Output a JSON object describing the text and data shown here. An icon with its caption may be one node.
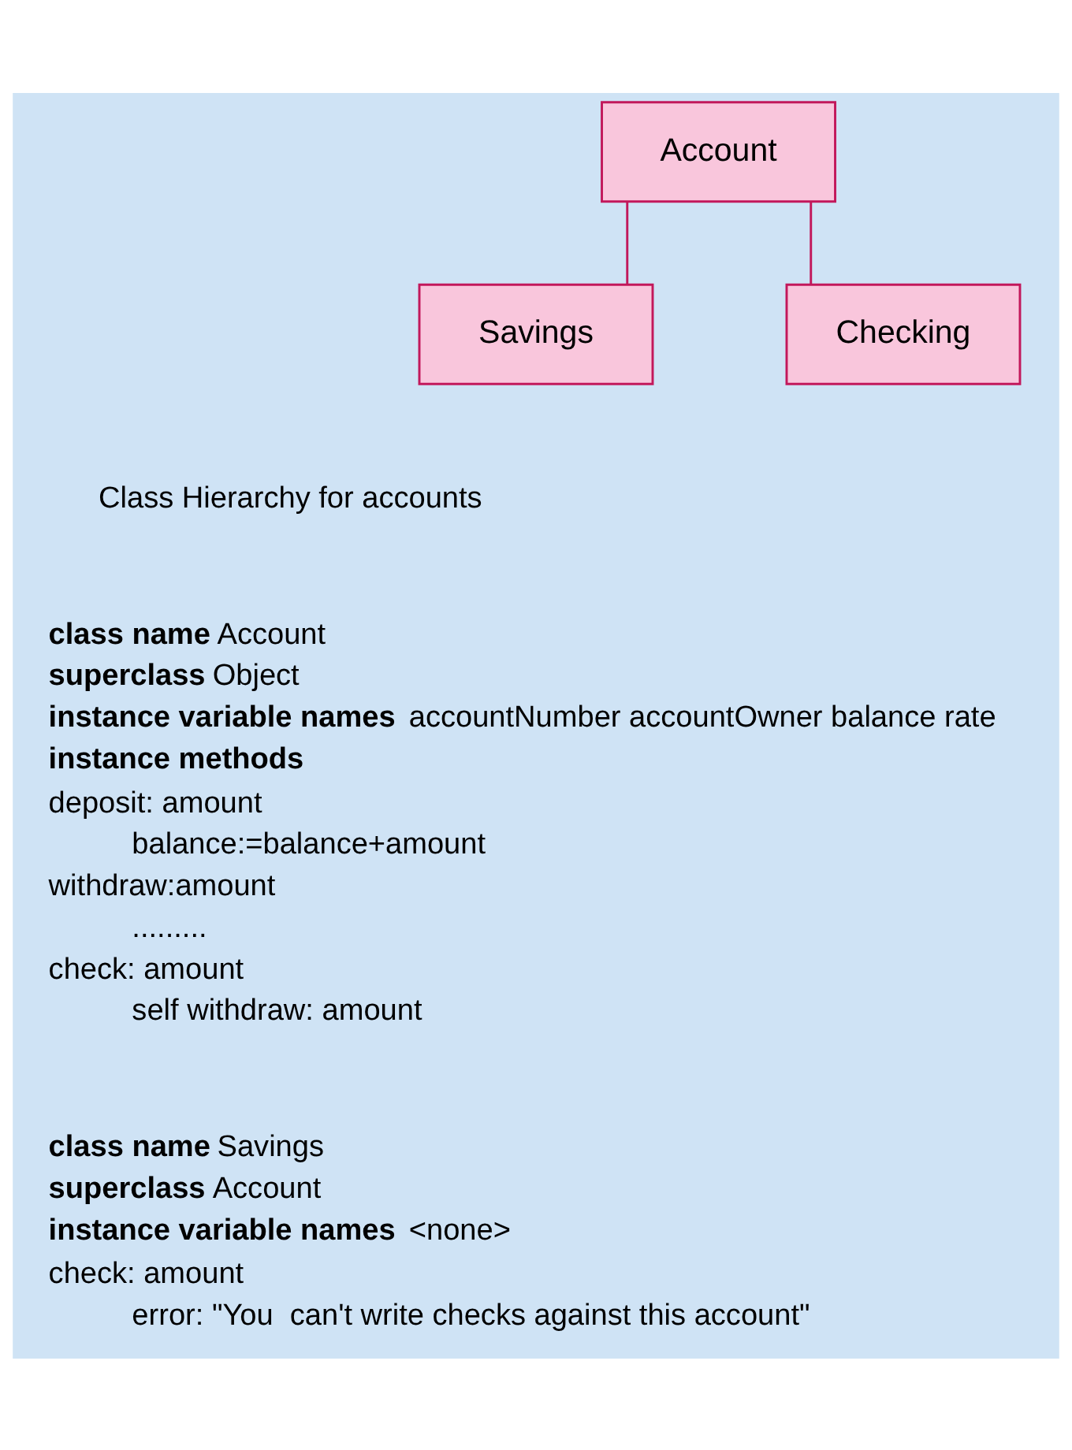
{
  "diagram": {
    "nodes": [
      {
        "text": [
          "Account"
        ]
      },
      {
        "text": [
          "Savings"
        ]
      },
      {
        "text": [
          "Checking"
        ]
      }
    ],
    "edges": [
      {
        "from": 0,
        "to": 1,
        "arrow": "none"
      },
      {
        "from": 0,
        "to": 2,
        "arrow": "none"
      }
    ],
    "labels": [
      "Class Hierarchy for accounts",
      "**class name** Account",
      "**superclass** Object",
      "**instance variable names** accountNumber accountOwner balance rate",
      "**instance methods**",
      "deposit: amount",
      "balance:=balance+amount",
      "withdraw:amount",
      ".........",
      "check: amount",
      "self withdraw: amount",
      "**class name** Savings",
      "**superclass** Account",
      "**instance variable names** <none>",
      "check: amount",
      "error: \"You  can't write checks against this account\""
    ]
  }
}
